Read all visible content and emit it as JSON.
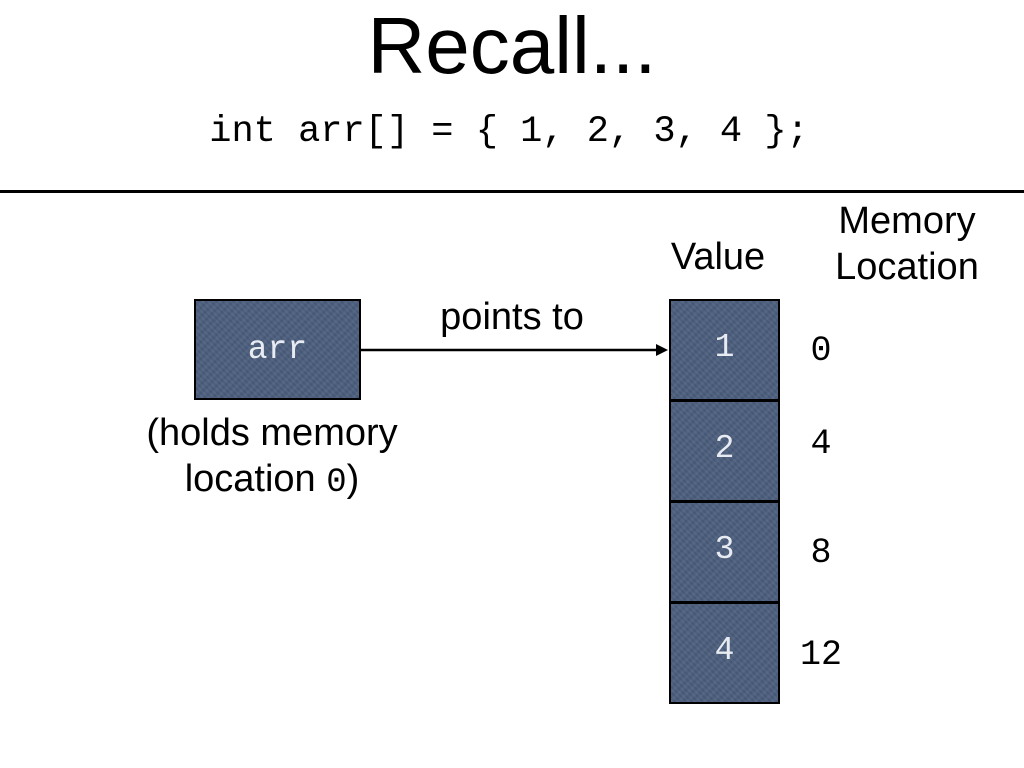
{
  "title": "Recall...",
  "code": "int arr[] = { 1, 2, 3, 4 };",
  "pointer": {
    "name": "arr",
    "arrow_label": "points to",
    "caption_line1": "(holds memory",
    "caption_line2_prefix": "location ",
    "caption_line2_value": "0",
    "caption_line2_suffix": ")"
  },
  "headers": {
    "value": "Value",
    "memory_location_line1": "Memory",
    "memory_location_line2": "Location"
  },
  "cells": [
    {
      "value": "1",
      "address": "0"
    },
    {
      "value": "2",
      "address": "4"
    },
    {
      "value": "3",
      "address": "8"
    },
    {
      "value": "4",
      "address": "12"
    }
  ],
  "colors": {
    "box_fill": "#4b5e7d",
    "box_text": "#e8ecf2"
  }
}
